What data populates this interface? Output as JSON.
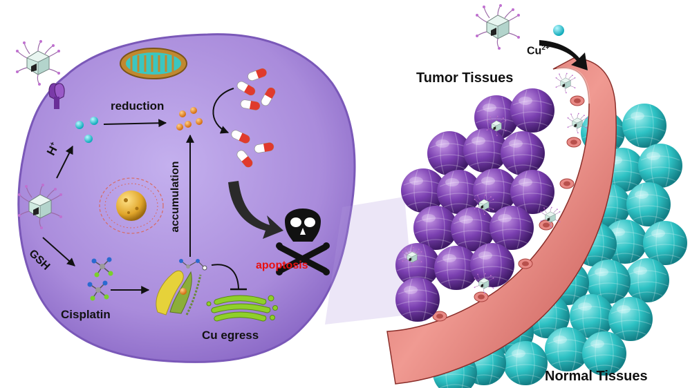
{
  "cell": {
    "reduction_label": "reduction",
    "proton_label": "H",
    "proton_charge": "+",
    "gsh_label": "GSH",
    "cisplatin_label": "Cisplatin",
    "accumulation_label": "accumulation",
    "apoptosis_label": "apoptosis",
    "cu_egress_label": "Cu egress"
  },
  "tissue": {
    "copper_ion_label": "Cu",
    "copper_ion_charge": "2+",
    "tumor_label": "Tumor Tissues",
    "normal_label": "Normal Tissues"
  },
  "colors": {
    "cell_fill": "#a98bdb",
    "cell_edge": "#7a58b8",
    "tumor_sphere": "#7a3fb0",
    "normal_sphere": "#2ec2c4",
    "vessel": "#e37c78",
    "apoptosis_text": "#e81010",
    "ion": "#19c9d6",
    "cu_dot": "#f08a1c",
    "golgi": "#8fcf2a"
  },
  "icons": [
    "nanoparticle-icon",
    "receptor-icon",
    "mitochondrion-icon",
    "nucleus-icon",
    "drug-capsule-icon",
    "skull-crossbones-icon",
    "golgi-icon",
    "copper-chaperone-icon",
    "cisplatin-molecule-icon",
    "blood-vessel-icon"
  ]
}
